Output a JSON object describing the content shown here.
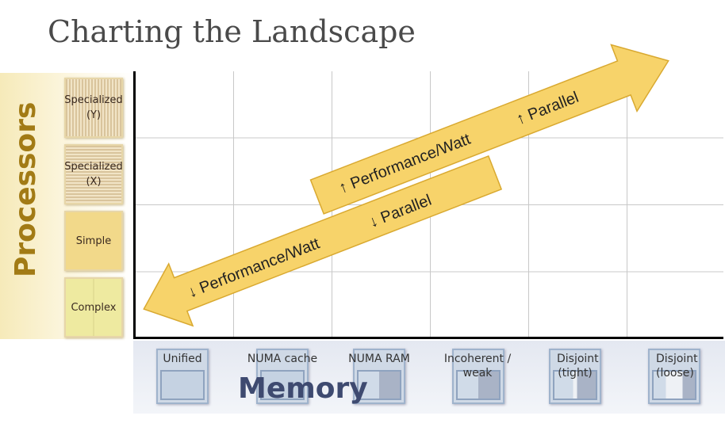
{
  "title": "Charting the Landscape",
  "processors": {
    "label": "Processors",
    "items": [
      "Specialized (Y)",
      "Specialized (X)",
      "Simple",
      "Complex"
    ]
  },
  "memory": {
    "label": "Memory",
    "items": [
      "Unified",
      "NUMA cache",
      "NUMA RAM",
      "Incoherent / weak",
      "Disjoint (tight)",
      "Disjoint (loose)"
    ]
  },
  "arrows": {
    "up_text1": "↑ Performance/Watt",
    "up_text2": "↑ Parallel",
    "down_text1": "↓ Performance/Watt",
    "down_text2": "↓ Parallel"
  },
  "colors": {
    "arrow": "#f7d36a",
    "processor": "#a27b15",
    "memory": "#3e4a70"
  }
}
